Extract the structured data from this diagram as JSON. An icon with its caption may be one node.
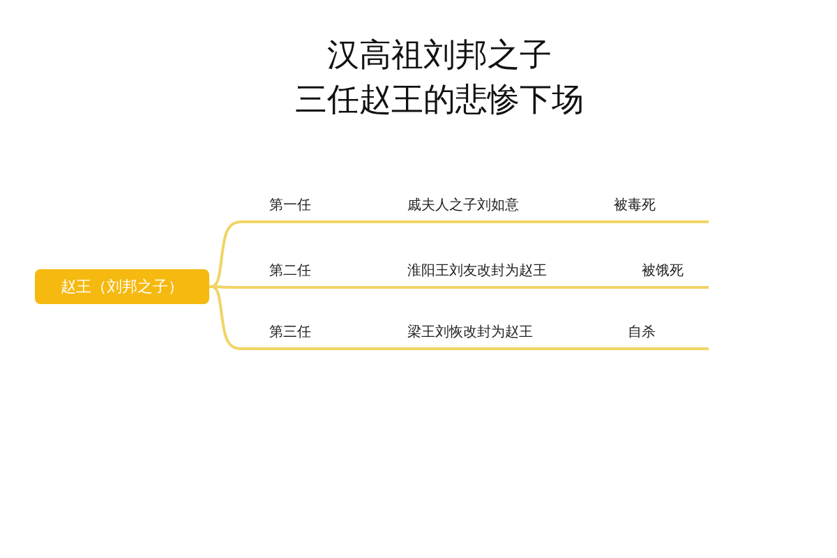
{
  "diagram": {
    "title": "汉高祖刘邦之子三任赵王的悲惨下场",
    "nodes": [
      {
        "text": [
          "赵王（刘邦之子）"
        ]
      },
      {
        "text": [
          "第一任",
          "戚夫人之子刘如意",
          "被毒死"
        ]
      },
      {
        "text": [
          "第二任",
          "淮阳王刘友改封为赵王",
          "被饿死"
        ]
      },
      {
        "text": [
          "第三任",
          "梁王刘恢改封为赵王",
          "自杀"
        ]
      }
    ],
    "edges": [
      {
        "from": 0,
        "to": 1,
        "arrow": "none"
      },
      {
        "from": 0,
        "to": 2,
        "arrow": "none"
      },
      {
        "from": 0,
        "to": 3,
        "arrow": "none"
      }
    ]
  }
}
